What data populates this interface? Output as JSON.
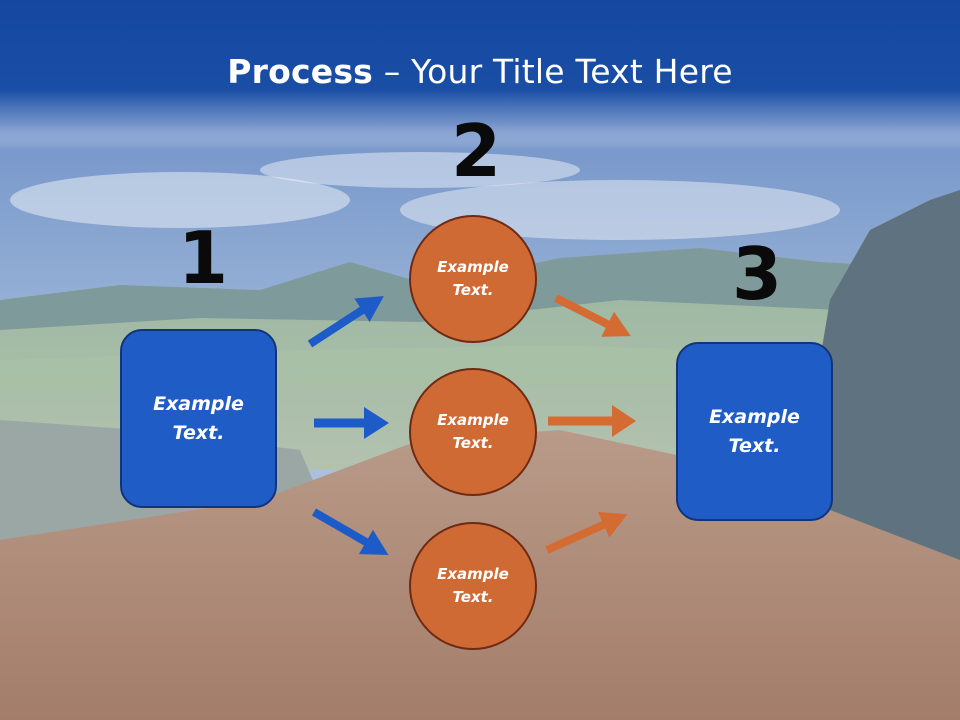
{
  "slide": {
    "title_bold": "Process",
    "title_rest": " – Your Title Text Here",
    "steps": {
      "one": "1",
      "two": "2",
      "three": "3"
    },
    "left_box_text": "Example\nText.",
    "right_box_text": "Example\nText.",
    "circles": [
      "Example\nText.",
      "Example\nText.",
      "Example\nText."
    ]
  },
  "colors": {
    "header_band": "#1547a0",
    "blue_box": "#1f5cc6",
    "orange_circle": "#d06a35",
    "blue_arrow": "#1d5bc8",
    "orange_arrow": "#d46b33"
  }
}
